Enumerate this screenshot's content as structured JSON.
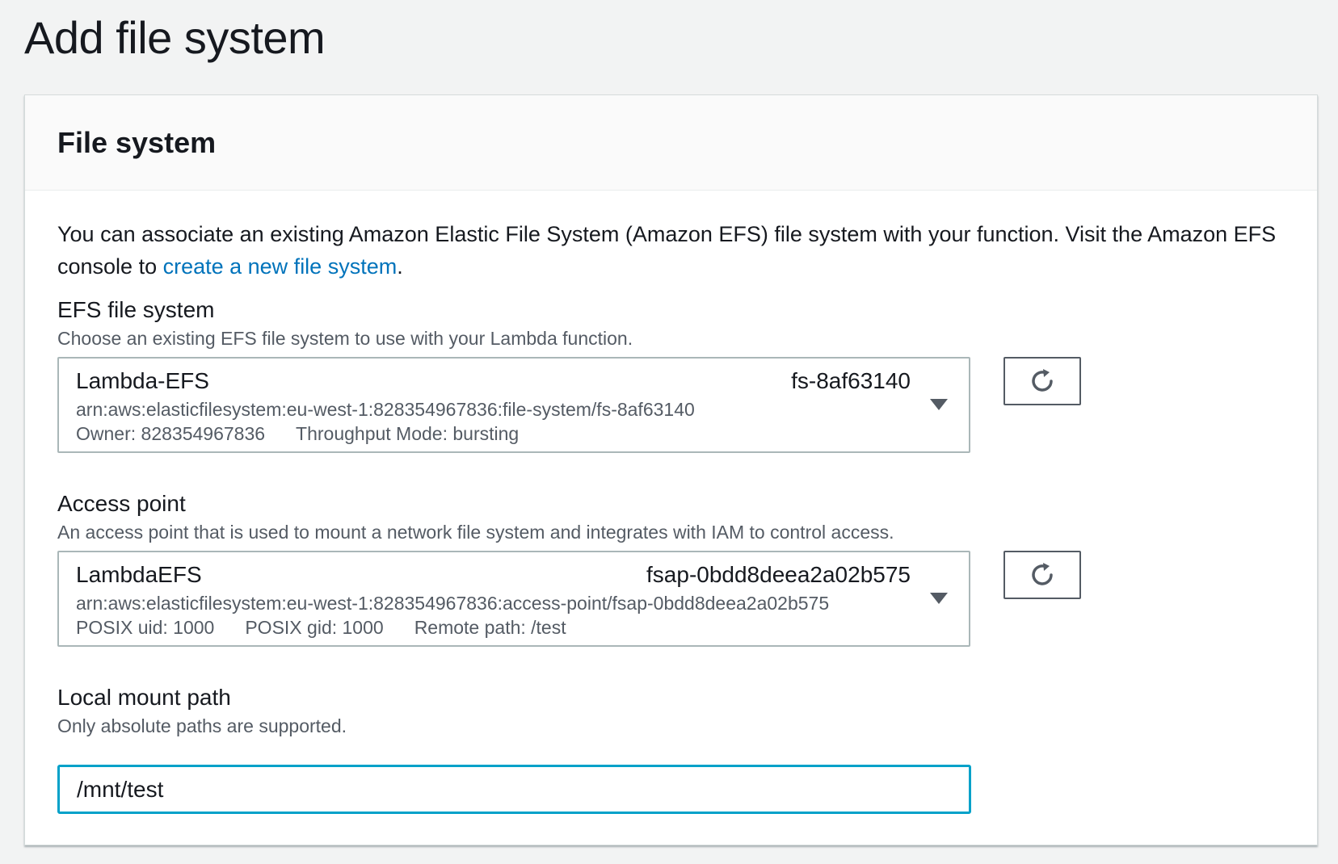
{
  "page": {
    "title": "Add file system"
  },
  "panel": {
    "title": "File system",
    "intro_text_1": "You can associate an existing Amazon Elastic File System (Amazon EFS) file system with your function. Visit the Amazon EFS console to ",
    "intro_link": "create a new file system",
    "intro_text_2": "."
  },
  "efs_field": {
    "label": "EFS file system",
    "description": "Choose an existing EFS file system to use with your Lambda function.",
    "selected_name": "Lambda-EFS",
    "selected_id": "fs-8af63140",
    "selected_arn": "arn:aws:elasticfilesystem:eu-west-1:828354967836:file-system/fs-8af63140",
    "meta": [
      "Owner: 828354967836",
      "Throughput Mode: bursting"
    ]
  },
  "access_point_field": {
    "label": "Access point",
    "description": "An access point that is used to mount a network file system and integrates with IAM to control access.",
    "selected_name": "LambdaEFS",
    "selected_id": "fsap-0bdd8deea2a02b575",
    "selected_arn": "arn:aws:elasticfilesystem:eu-west-1:828354967836:access-point/fsap-0bdd8deea2a02b575",
    "meta": [
      "POSIX uid: 1000",
      "POSIX gid: 1000",
      "Remote path: /test"
    ]
  },
  "mount_path_field": {
    "label": "Local mount path",
    "description": "Only absolute paths are supported.",
    "value": "/mnt/test"
  },
  "icons": {
    "refresh": "refresh-icon",
    "dropdown": "caret-down-icon"
  },
  "colors": {
    "link": "#0073bb",
    "focus_border": "#00a1c9",
    "text": "#16191f",
    "secondary_text": "#545b64"
  }
}
